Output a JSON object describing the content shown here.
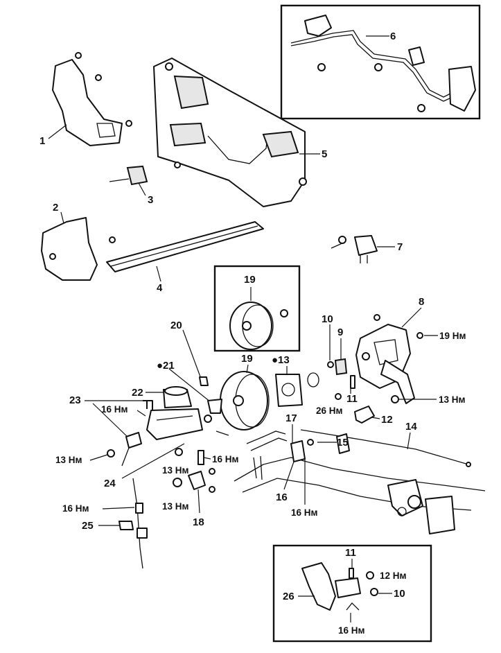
{
  "callouts": {
    "c1": "1",
    "c2": "2",
    "c3": "3",
    "c4": "4",
    "c5": "5",
    "c6": "6",
    "c7": "7",
    "c8": "8",
    "c9": "9",
    "c10": "10",
    "c11": "11",
    "c12": "12",
    "c13": "13",
    "c14": "14",
    "c15": "15",
    "c16": "16",
    "c17": "17",
    "c18": "18",
    "c19_inset": "19",
    "c19_main": "19",
    "c20": "20",
    "c21": "●21",
    "c22": "22",
    "c23": "23",
    "c24": "24",
    "c25": "25",
    "c26": "26",
    "c13_dot": "●13",
    "c11_inset": "11",
    "c10_inset": "10"
  },
  "torques": {
    "t19_pedal": "19 Нм",
    "t13_pedal": "13 Нм",
    "t26": "26 Нм",
    "t16_mc": "16 Нм",
    "t13_left": "13 Нм",
    "t16_mid": "16 Нм",
    "t13_mid_a": "13 Нм",
    "t13_mid_b": "13 Нм",
    "t16_left": "16 Нм",
    "t16_bottom": "16 Нм",
    "t12_inset": "12 Нм",
    "t16_inset": "16 Нм"
  }
}
